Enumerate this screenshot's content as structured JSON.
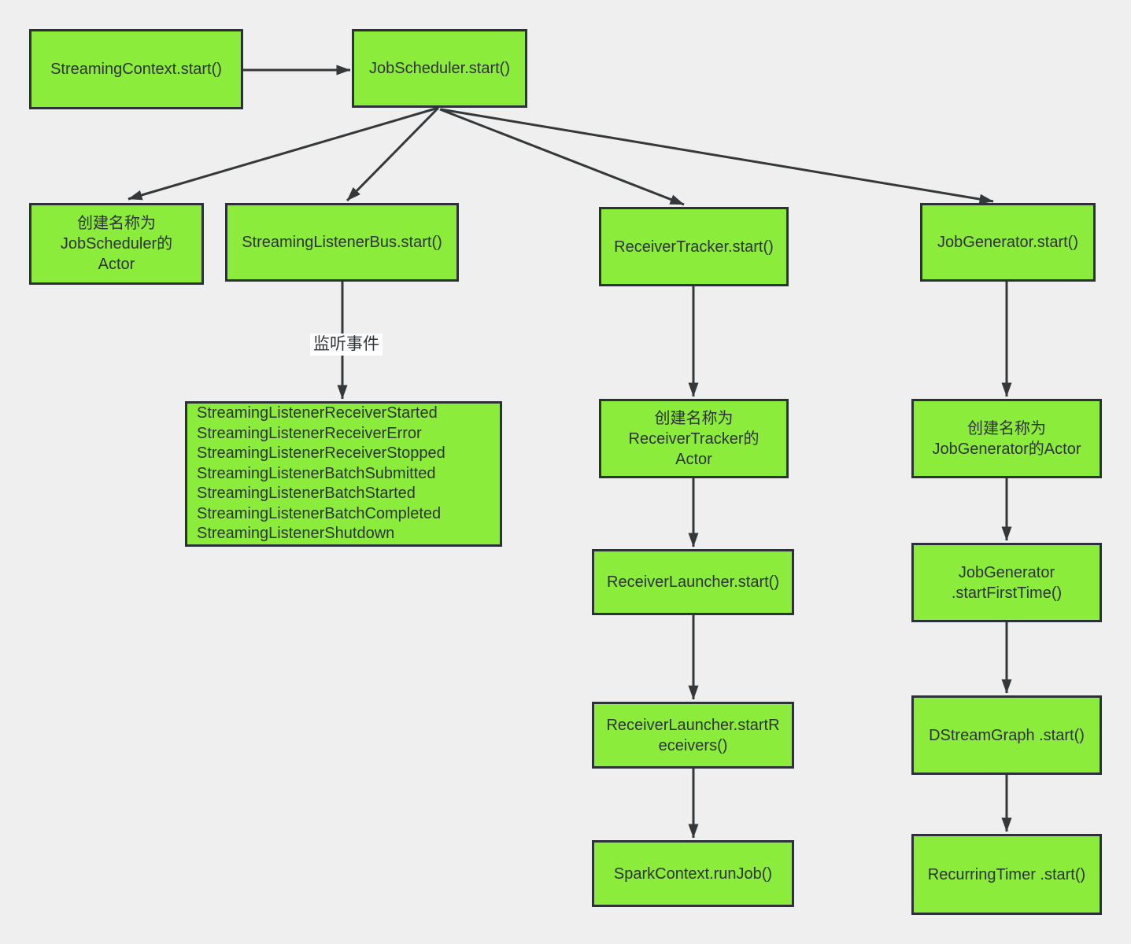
{
  "diagram": {
    "colors": {
      "background": "#efefef",
      "node_fill": "#8cec3b",
      "node_border": "#2c3137",
      "arrow": "#34383b",
      "text": "#2e3338",
      "edge_label_background": "#ffffff"
    },
    "nodes": {
      "streaming_context_start": "StreamingContext.start()",
      "job_scheduler_start": "JobScheduler.start()",
      "create_jobscheduler_actor": "创建名称为\nJobScheduler的\nActor",
      "streaming_listener_bus_start": "StreamingListenerBus.start()",
      "receiver_tracker_start": "ReceiverTracker.start()",
      "job_generator_start": "JobGenerator.start()",
      "create_receivertracker_actor": "创建名称为\nReceiverTracker的\nActor",
      "receiver_launcher_start": "ReceiverLauncher.start()",
      "receiver_launcher_start_receivers": "ReceiverLauncher.startR\neceivers()",
      "spark_context_runjob": "SparkContext.runJob()",
      "create_jobgenerator_actor": "创建名称为\nJobGenerator的Actor",
      "job_generator_start_first_time": "JobGenerator\n.startFirstTime()",
      "dstream_graph_start": "DStreamGraph .start()",
      "recurring_timer_start": "RecurringTimer .start()"
    },
    "listener_events": {
      "items": [
        "StreamingListenerReceiverStarted",
        "StreamingListenerReceiverError",
        "StreamingListenerReceiverStopped",
        "StreamingListenerBatchSubmitted",
        "StreamingListenerBatchStarted",
        "StreamingListenerBatchCompleted",
        "StreamingListenerShutdown"
      ]
    },
    "edge_labels": {
      "listen_events": "监听事件"
    }
  }
}
